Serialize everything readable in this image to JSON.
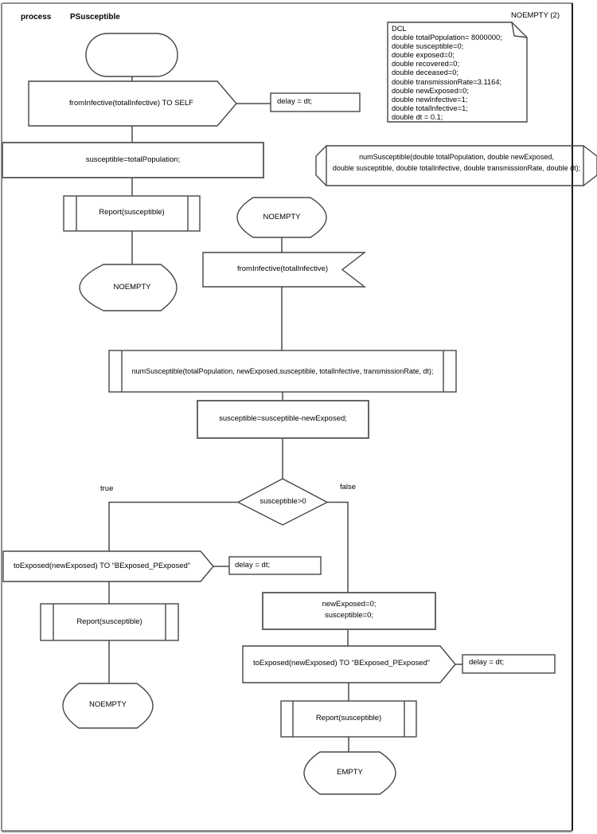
{
  "page": {
    "kind_label": "process",
    "process_name": "PSusceptible",
    "page_ref": "NOEMPTY (2)"
  },
  "colors": {
    "background": "#ffffff",
    "shape_stroke": "#474747",
    "task_stroke": "#666666",
    "frame_gray": "#8c8c8c",
    "text": "#000000"
  },
  "dcl": {
    "lines": [
      "DCL",
      "double totalPopulation= 8000000;",
      "double susceptible=0;",
      "double exposed=0;",
      "double recovered=0;",
      "double deceased=0;",
      "double transmissionRate=3.1164;",
      "double newExposed=0;",
      "double newInfective=1;",
      "double totalInfective=1;",
      "double dt = 0.1;"
    ]
  },
  "signature": {
    "line1": "numSusceptible(double totalPopulation, double newExposed,",
    "line2": "double susceptible, double totalInfective, double transmissionRate, double dt);"
  },
  "main_flow": {
    "send_self": "fromInfective(totalInfective) TO SELF",
    "send_self_delay": "delay = dt;",
    "init_task": "susceptible=totalPopulation;",
    "report": "Report(susceptible)",
    "state": "NOEMPTY"
  },
  "noempty_flow": {
    "state": "NOEMPTY",
    "input_signal": "fromInfective(totalInfective)",
    "procedure_call": "numSusceptible(totalPopulation, newExposed,susceptible, totalInfective, transmissionRate, dt);",
    "task": "susceptible=susceptible-newExposed;",
    "decision": "susceptible>0",
    "label_true": "true",
    "label_false": "false"
  },
  "true_branch": {
    "send": "toExposed(newExposed) TO “BExposed_PExposed”",
    "delay": "delay = dt;",
    "report": "Report(susceptible)",
    "state": "NOEMPTY"
  },
  "false_branch": {
    "task_line1": "newExposed=0;",
    "task_line2": "susceptible=0;",
    "send": "toExposed(newExposed) TO “BExposed_PExposed”",
    "delay": "delay = dt;",
    "report": "Report(susceptible)",
    "state": "EMPTY"
  }
}
